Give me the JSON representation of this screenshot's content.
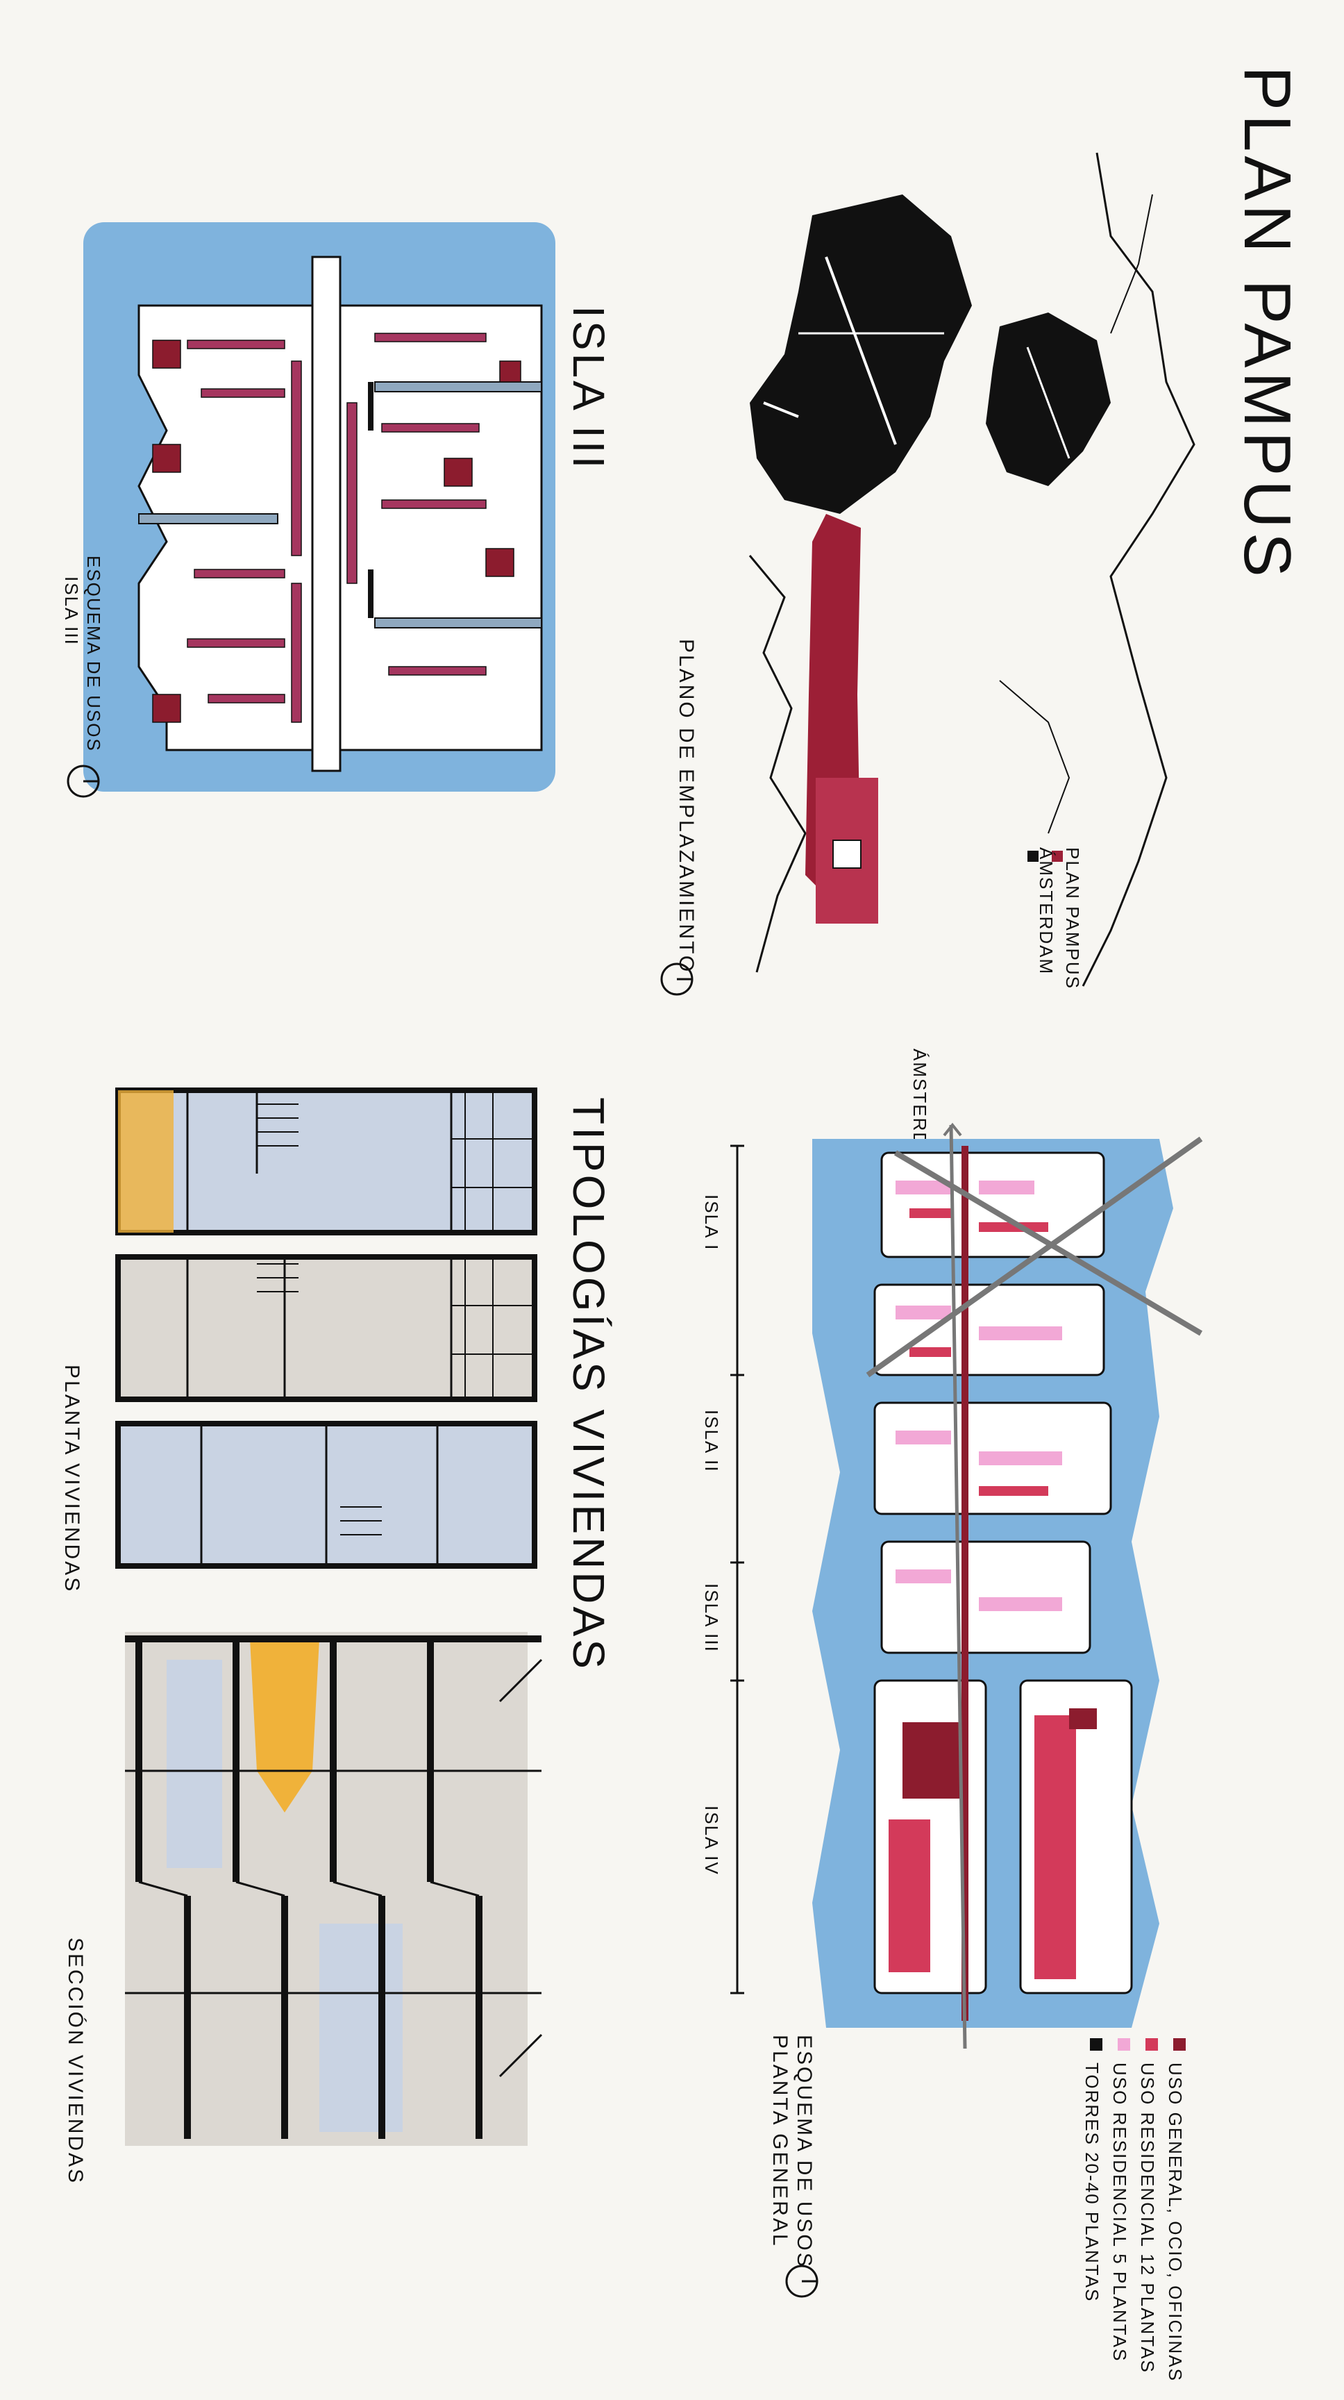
{
  "title": "PLAN PAMPUS",
  "site_plan": {
    "caption": "PLANO DE EMPLAZAMIENTO",
    "legend": [
      {
        "label": "PLAN PAMPUS",
        "color": "#9c1f36"
      },
      {
        "label": "ÁMSTERDAM",
        "color": "#111111"
      }
    ]
  },
  "isla3": {
    "title": "ISLA III",
    "caption_line1": "ESQUEMA DE USOS",
    "caption_line2": "ISLA III"
  },
  "general_plan": {
    "arrow_label": "ÁMSTERDAM",
    "islands": [
      "ISLA I",
      "ISLA II",
      "ISLA III",
      "ISLA IV"
    ],
    "caption_line1": "ESQUEMA DE USOS",
    "caption_line2": "PLANTA GENERAL",
    "legend": [
      {
        "label": "USO GENERAL, OCIO, OFICINAS",
        "color": "#8c1c2e"
      },
      {
        "label": "USO RESIDENCIAL 12 PLANTAS",
        "color": "#d33a5a"
      },
      {
        "label": "USO RESIDENCIAL 5 PLANTAS",
        "color": "#f2a8d6"
      },
      {
        "label": "TORRES 20-40 PLANTAS",
        "color": "#111111"
      }
    ]
  },
  "tipologias": {
    "title": "TIPOLOGÍAS VIVIENDAS",
    "plan_caption": "PLANTA VIVIENDAS",
    "section_caption": "SECCIÓN VIVIENDAS"
  },
  "colors": {
    "water": "#7fb3dd",
    "residential": "#a5365f",
    "tower": "#111111",
    "plan_blue": "#c9d3e3",
    "plan_grey": "#dcd8d2",
    "accent_yellow": "#f0b23a"
  }
}
